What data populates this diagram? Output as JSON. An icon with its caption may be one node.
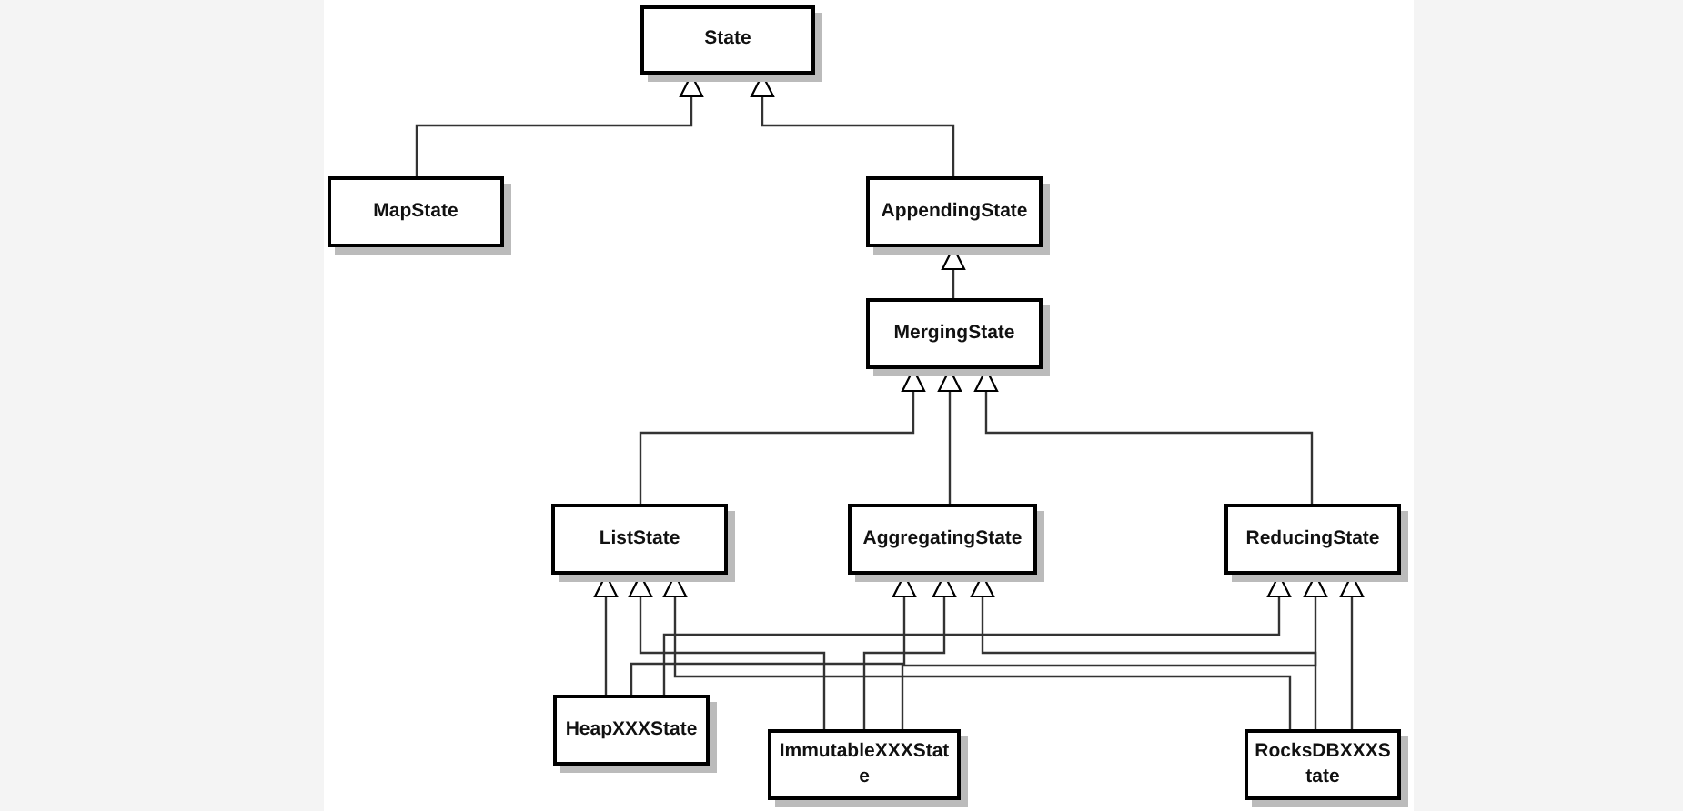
{
  "diagram": {
    "nodes": [
      {
        "text": [
          "State"
        ]
      },
      {
        "text": [
          "MapState"
        ]
      },
      {
        "text": [
          "AppendingState"
        ]
      },
      {
        "text": [
          "MergingState"
        ]
      },
      {
        "text": [
          "ListState"
        ]
      },
      {
        "text": [
          "AggregatingState"
        ]
      },
      {
        "text": [
          "ReducingState"
        ]
      },
      {
        "text": [
          "HeapXXXState"
        ]
      },
      {
        "text": [
          "ImmutableXXXState"
        ]
      },
      {
        "text": [
          "RocksDBXXXState"
        ]
      }
    ],
    "edges": [
      {
        "from": 1,
        "to": 0,
        "arrow": "to"
      },
      {
        "from": 2,
        "to": 0,
        "arrow": "to"
      },
      {
        "from": 3,
        "to": 2,
        "arrow": "to"
      },
      {
        "from": 4,
        "to": 3,
        "arrow": "to"
      },
      {
        "from": 5,
        "to": 3,
        "arrow": "to"
      },
      {
        "from": 6,
        "to": 3,
        "arrow": "to"
      },
      {
        "from": 7,
        "to": 4,
        "arrow": "to"
      },
      {
        "from": 7,
        "to": 5,
        "arrow": "to"
      },
      {
        "from": 7,
        "to": 6,
        "arrow": "to"
      },
      {
        "from": 8,
        "to": 4,
        "arrow": "to"
      },
      {
        "from": 8,
        "to": 5,
        "arrow": "to"
      },
      {
        "from": 8,
        "to": 6,
        "arrow": "to"
      },
      {
        "from": 9,
        "to": 4,
        "arrow": "to"
      },
      {
        "from": 9,
        "to": 5,
        "arrow": "to"
      },
      {
        "from": 9,
        "to": 6,
        "arrow": "to"
      }
    ]
  }
}
